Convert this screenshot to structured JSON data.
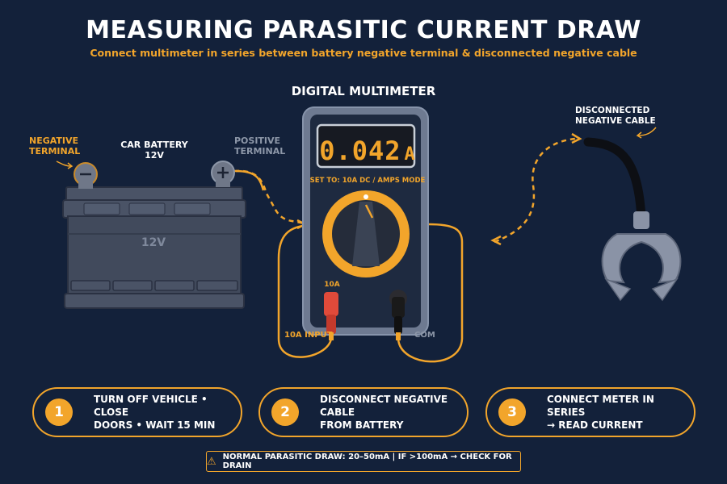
{
  "header": {
    "title": "MEASURING PARASITIC CURRENT DRAW",
    "subtitle": "Connect multimeter in series between battery negative terminal & disconnected negative cable"
  },
  "battery": {
    "label_line1": "CAR BATTERY",
    "label_line2": "12V",
    "body_text": "12V",
    "negative_label_line1": "NEGATIVE",
    "negative_label_line2": "TERMINAL",
    "positive_label_line1": "POSITIVE",
    "positive_label_line2": "TERMINAL"
  },
  "multimeter": {
    "title": "DIGITAL MULTIMETER",
    "reading": "0.042",
    "unit": "A",
    "mode": "SET TO: 10A DC / AMPS MODE",
    "port_10a": "10A",
    "input_10a_label": "10A INPUT",
    "com_label": "COM"
  },
  "cable": {
    "label_line1": "DISCONNECTED",
    "label_line2": "NEGATIVE CABLE"
  },
  "steps": [
    {
      "number": "1",
      "line1": "TURN OFF VEHICLE • CLOSE",
      "line2": "DOORS • WAIT 15 MIN"
    },
    {
      "number": "2",
      "line1": "DISCONNECT NEGATIVE CABLE",
      "line2": "FROM BATTERY"
    },
    {
      "number": "3",
      "line1": "CONNECT METER IN SERIES",
      "line2": "→ READ CURRENT"
    }
  ],
  "note": {
    "text": "NORMAL PARASITIC DRAW: 20–50mA  |  IF >100mA → CHECK FOR DRAIN"
  },
  "colors": {
    "background": "#13213a",
    "accent": "#f2a52b",
    "probe_red": "#e04a3a",
    "probe_black": "#1a1a1a",
    "battery": "#414a5c"
  }
}
